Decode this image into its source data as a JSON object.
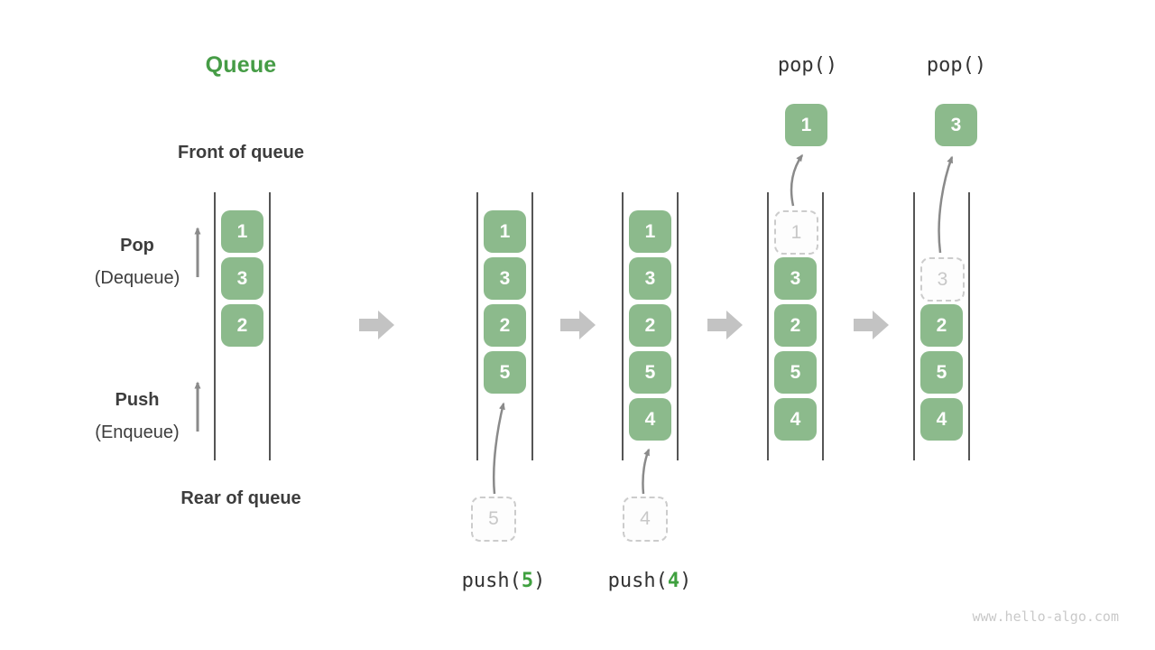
{
  "title": "Queue",
  "labels": {
    "front": "Front of queue",
    "rear": "Rear of queue",
    "pop": "Pop",
    "pop_sub": "(Dequeue)",
    "push": "Push",
    "push_sub": "(Enqueue)"
  },
  "watermark": "www.hello-algo.com",
  "colors": {
    "box_green": "#8CBA8C",
    "accent_green": "#3FA03F",
    "title_green": "#469C46",
    "label_text": "#3D3D3D",
    "code_text": "#333333",
    "block_arrow_gray": "#C3C3C3",
    "thin_arrow_gray": "#8A8A8A",
    "wall_gray": "#555555",
    "ghost_gray": "#C8C8C8"
  },
  "states": [
    {
      "name": "initial",
      "cells": [
        {
          "value": "1",
          "slot": 0,
          "ghost": false
        },
        {
          "value": "3",
          "slot": 1,
          "ghost": false
        },
        {
          "value": "2",
          "slot": 2,
          "ghost": false
        }
      ]
    },
    {
      "name": "after-push-5",
      "cells": [
        {
          "value": "1",
          "slot": 0,
          "ghost": false
        },
        {
          "value": "3",
          "slot": 1,
          "ghost": false
        },
        {
          "value": "2",
          "slot": 2,
          "ghost": false
        },
        {
          "value": "5",
          "slot": 3,
          "ghost": false
        }
      ],
      "op": {
        "kind": "push",
        "prefix": "push(",
        "arg": "5",
        "suffix": ")",
        "incoming": "5"
      }
    },
    {
      "name": "after-push-4",
      "cells": [
        {
          "value": "1",
          "slot": 0,
          "ghost": false
        },
        {
          "value": "3",
          "slot": 1,
          "ghost": false
        },
        {
          "value": "2",
          "slot": 2,
          "ghost": false
        },
        {
          "value": "5",
          "slot": 3,
          "ghost": false
        },
        {
          "value": "4",
          "slot": 4,
          "ghost": false
        }
      ],
      "op": {
        "kind": "push",
        "prefix": "push(",
        "arg": "4",
        "suffix": ")",
        "incoming": "4"
      }
    },
    {
      "name": "after-pop-1",
      "cells": [
        {
          "value": "1",
          "slot": 0,
          "ghost": true
        },
        {
          "value": "3",
          "slot": 1,
          "ghost": false
        },
        {
          "value": "2",
          "slot": 2,
          "ghost": false
        },
        {
          "value": "5",
          "slot": 3,
          "ghost": false
        },
        {
          "value": "4",
          "slot": 4,
          "ghost": false
        }
      ],
      "op": {
        "kind": "pop",
        "label": "pop()",
        "outgoing": "1"
      }
    },
    {
      "name": "after-pop-3",
      "cells": [
        {
          "value": "3",
          "slot": 1,
          "ghost": true
        },
        {
          "value": "2",
          "slot": 2,
          "ghost": false
        },
        {
          "value": "5",
          "slot": 3,
          "ghost": false
        },
        {
          "value": "4",
          "slot": 4,
          "ghost": false
        }
      ],
      "op": {
        "kind": "pop",
        "label": "pop()",
        "outgoing": "3"
      }
    }
  ]
}
